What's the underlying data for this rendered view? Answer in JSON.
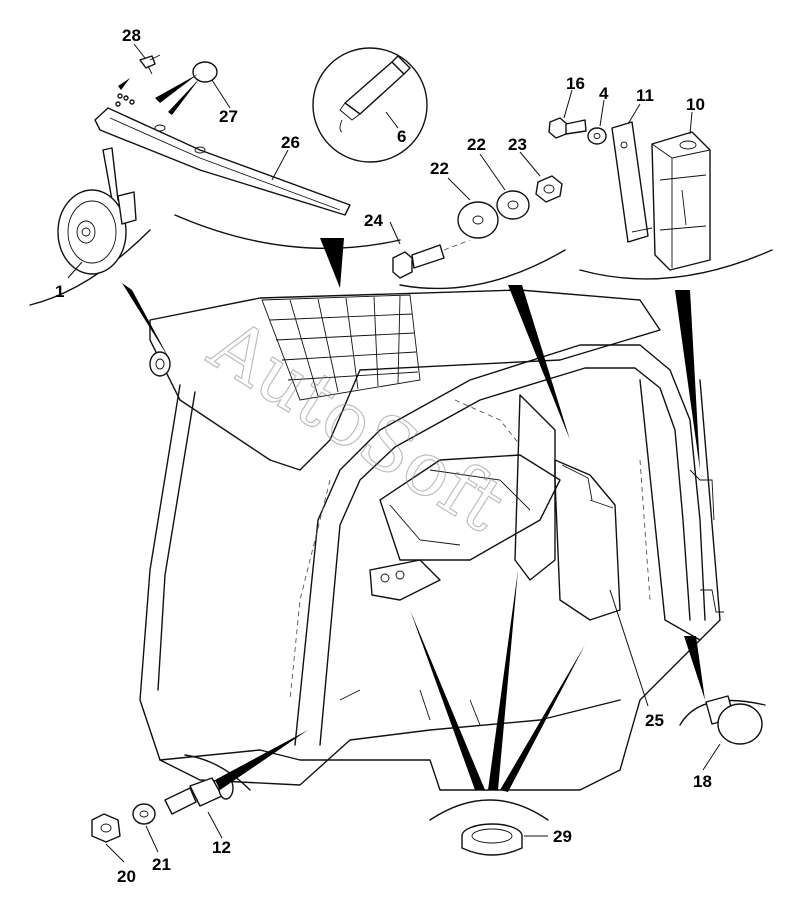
{
  "watermark": "AutoSoft",
  "callouts": {
    "c1": "1",
    "c4": "4",
    "c6": "6",
    "c10": "10",
    "c11": "11",
    "c12": "12",
    "c16": "16",
    "c18": "18",
    "c20": "20",
    "c21": "21",
    "c22a": "22",
    "c22b": "22",
    "c23": "23",
    "c24": "24",
    "c25": "25",
    "c26": "26",
    "c27": "27",
    "c28": "28",
    "c29": "29"
  }
}
